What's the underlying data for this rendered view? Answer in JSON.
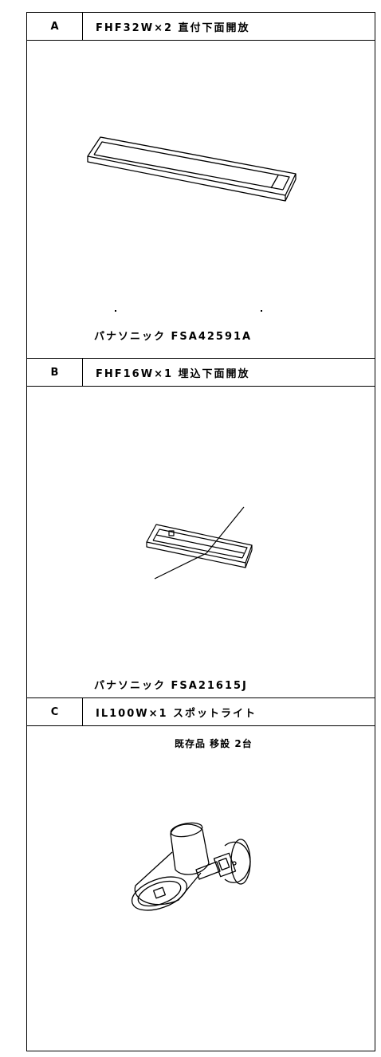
{
  "fixtures": [
    {
      "code": "A",
      "spec": "FHF32W×2 直付下面開放",
      "model": "パナソニック FSA42591A",
      "icon": "linear-fluorescent-ceiling-fixture-icon"
    },
    {
      "code": "B",
      "spec": "FHF16W×1 埋込下面開放",
      "model": "パナソニック FSA21615J",
      "icon": "recessed-fluorescent-fixture-icon"
    },
    {
      "code": "C",
      "spec": "IL100W×1 スポットライト",
      "note": "既存品 移設 2台",
      "icon": "spotlight-fixture-icon"
    }
  ]
}
